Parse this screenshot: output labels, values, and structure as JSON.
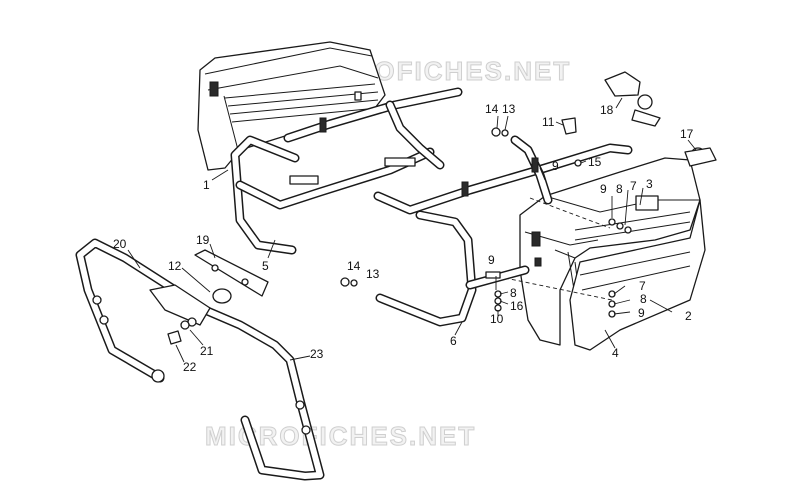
{
  "watermarks": {
    "top": "MICROFICHES.NET",
    "bottom": "MICROFICHES.NET"
  },
  "callouts": {
    "c1": "1",
    "c2": "2",
    "c3": "3",
    "c4": "4",
    "c5": "5",
    "c6": "6",
    "c7a": "7",
    "c7b": "7",
    "c8a": "8",
    "c8b": "8",
    "c8c": "8",
    "c9a": "9",
    "c9b": "9",
    "c9c": "9",
    "c9d": "9",
    "c10": "10",
    "c11": "11",
    "c12": "12",
    "c13a": "13",
    "c13b": "13",
    "c14a": "14",
    "c14b": "14",
    "c15": "15",
    "c16": "16",
    "c17": "17",
    "c18": "18",
    "c19": "19",
    "c20": "20",
    "c21": "21",
    "c22": "22",
    "c23": "23"
  }
}
